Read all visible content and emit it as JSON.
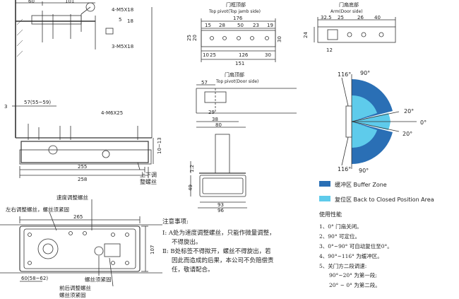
{
  "left_top": {
    "dim_60": "60",
    "dim_101": "101",
    "dim_5": "5",
    "dim_18": "18",
    "screw_m5x18": "4-M5X18",
    "screw_3m5x18": "3-M5X18",
    "dim_3": "3",
    "dim_57": "57(55~59)",
    "screw_m6x25": "4-M6X25",
    "dim_10_13": "10~13",
    "dim_255": "255",
    "dim_258": "258",
    "updown_line1": "上下调",
    "updown_line2": "整螺丝"
  },
  "top_pivot_jamb": {
    "title_cn": "门框顶部",
    "title_en": "Top pivot(Top jamb side)",
    "dims": [
      "176",
      "15",
      "28",
      "50",
      "23",
      "19",
      "30",
      "25",
      "20",
      "10",
      "25",
      "126",
      "30",
      "151"
    ]
  },
  "arm": {
    "title_cn": "门扇底部",
    "title_en": "Arm(Door side)",
    "dims": [
      "32.5",
      "25",
      "26",
      "40",
      "24",
      "12"
    ]
  },
  "top_pivot_door": {
    "title_cn": "门扇顶部",
    "title_en": "Top pivot(Door side)",
    "dims": [
      "57",
      "29",
      "38",
      "80"
    ]
  },
  "lower_mid": {
    "dims": [
      "1.2",
      "49",
      "93",
      "96"
    ]
  },
  "angle": {
    "labels": [
      "116°",
      "90°",
      "20°",
      "0°",
      "20°",
      "116°",
      "90°"
    ],
    "legend": [
      {
        "label": "缓冲区  Buffer Zone",
        "color": "#2a6fb5"
      },
      {
        "label": "复位区  Back to  Closed  Position Area",
        "color": "#5ecbeb"
      }
    ]
  },
  "bottom_left": {
    "speed_screw": "速度调整螺丝",
    "lr_screw": "左右调整螺丝，螺丝须紧固",
    "dim_265": "265",
    "dim_107": "107",
    "dim_60": "60(58~62)",
    "fb_screw": "前后调整螺丝",
    "tighten": "螺丝须紧固",
    "tighten2": "螺丝须紧固"
  },
  "notes": {
    "title": "注意事项:",
    "lines": [
      "Ⅰ: A处为速度调整螺丝，只能作微量调整，",
      "不得旋出。",
      "Ⅱ: B处标签不得揿开，螺丝不得旋出，若",
      "因此而造成的后果，本公司不负赔偿责",
      "任，敬请配合。"
    ]
  },
  "usage": {
    "title": "使用性能",
    "lines": [
      "1、0° 门扇关闭。",
      "2、90° 可定位。",
      "3、0°~90° 可自动复位至0°。",
      "4、90°~116° 为缓冲区。",
      "5、关门方二段调速:",
      "90°~20° 为第一段;",
      "20° ~ 0°  为第二段。"
    ]
  }
}
